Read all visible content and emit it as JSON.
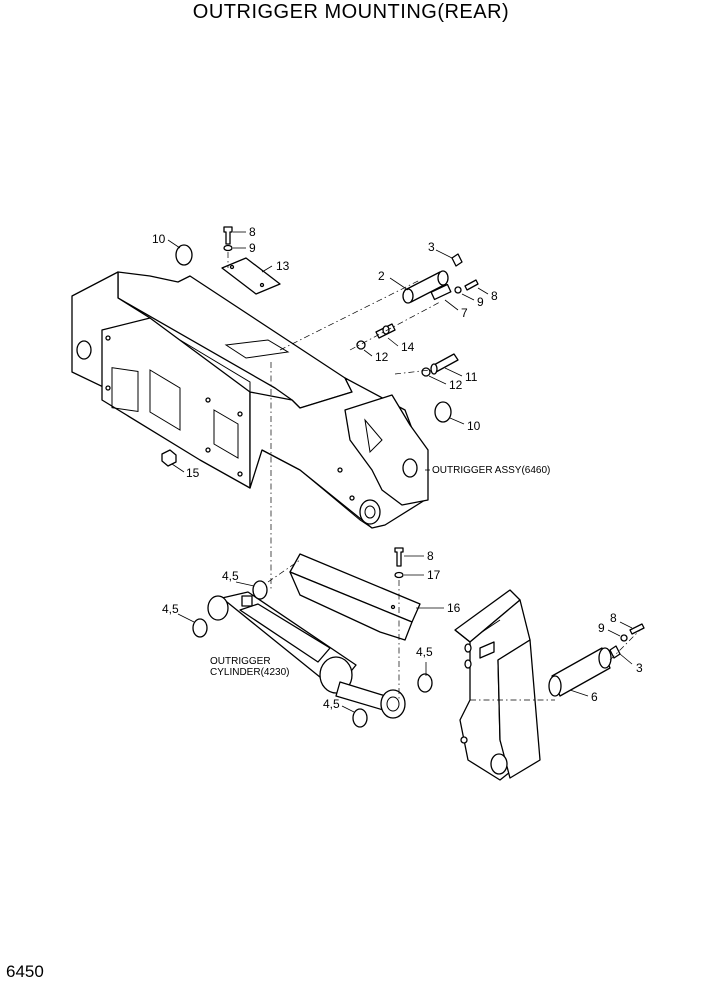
{
  "title": "OUTRIGGER MOUNTING(REAR)",
  "page_number": "6450",
  "labels": {
    "outrigger_assy": "OUTRIGGER ASSY(6460)",
    "cylinder_line1": "OUTRIGGER",
    "cylinder_line2": "CYLINDER(4230)"
  },
  "callouts": [
    {
      "id": "c10a",
      "text": "10"
    },
    {
      "id": "c8a",
      "text": "8"
    },
    {
      "id": "c9a",
      "text": "9"
    },
    {
      "id": "c13",
      "text": "13"
    },
    {
      "id": "c3a",
      "text": "3"
    },
    {
      "id": "c2",
      "text": "2"
    },
    {
      "id": "c9b",
      "text": "9"
    },
    {
      "id": "c8b",
      "text": "8"
    },
    {
      "id": "c7",
      "text": "7"
    },
    {
      "id": "c14",
      "text": "14"
    },
    {
      "id": "c12a",
      "text": "12"
    },
    {
      "id": "c11",
      "text": "11"
    },
    {
      "id": "c12b",
      "text": "12"
    },
    {
      "id": "c10b",
      "text": "10"
    },
    {
      "id": "c15",
      "text": "15"
    },
    {
      "id": "c8c",
      "text": "8"
    },
    {
      "id": "c17",
      "text": "17"
    },
    {
      "id": "c16",
      "text": "16"
    },
    {
      "id": "c45a",
      "text": "4,5"
    },
    {
      "id": "c45b",
      "text": "4,5"
    },
    {
      "id": "c45c",
      "text": "4,5"
    },
    {
      "id": "c45d",
      "text": "4,5"
    },
    {
      "id": "c8d",
      "text": "8"
    },
    {
      "id": "c9c",
      "text": "9"
    },
    {
      "id": "c3b",
      "text": "3"
    },
    {
      "id": "c6",
      "text": "6"
    }
  ]
}
